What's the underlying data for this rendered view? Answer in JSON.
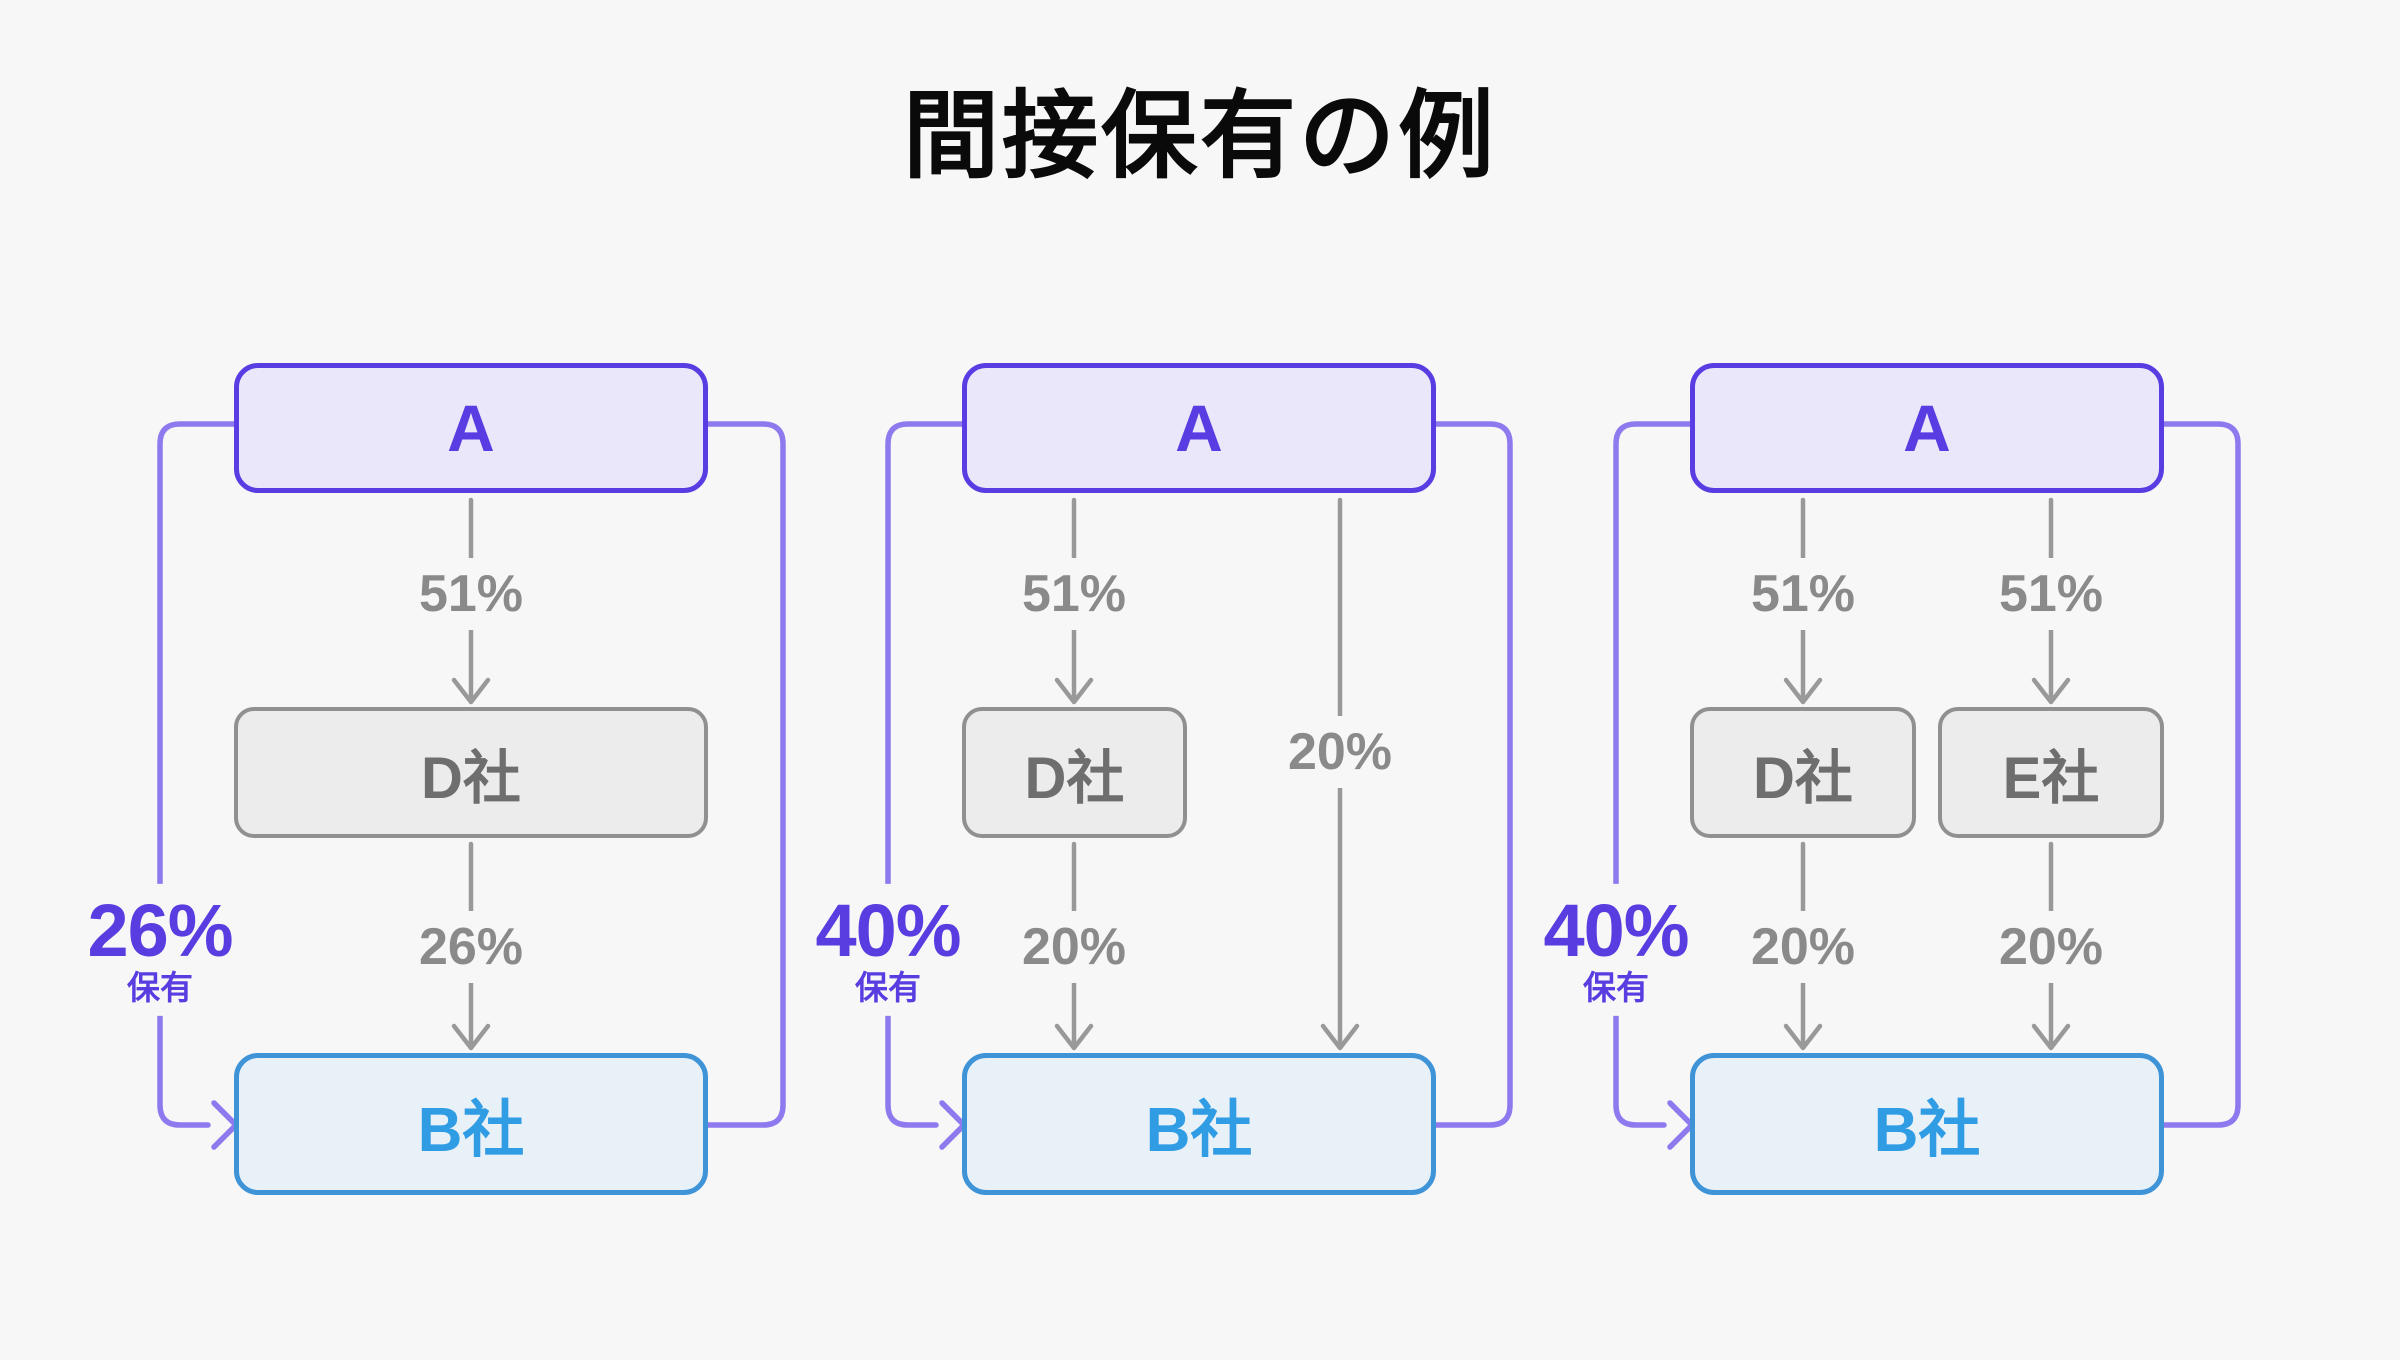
{
  "title": "間接保有の例",
  "palette": {
    "background": "#f7f7f7",
    "title_text": "#0a0a0a",
    "purple_accent": "#5a3de2",
    "purple_bracket_line": "#8e79ee",
    "box_a_fill": "#eae7fa",
    "gray_box_border": "#909090",
    "gray_box_fill": "#ececec",
    "gray_box_text": "#6e6e6e",
    "arrow_gray": "#999999",
    "edge_label_gray": "#8a8a8a",
    "box_b_border": "#3f93d7",
    "box_b_fill": "#e8f0f8",
    "box_b_text": "#2f9ce3"
  },
  "diagrams": [
    {
      "holding": {
        "percent": "26%",
        "suffix": "保有"
      },
      "nodes": {
        "a": "A",
        "d": "D社",
        "b": "B社"
      },
      "edges": {
        "a_d": "51%",
        "d_b": "26%"
      }
    },
    {
      "holding": {
        "percent": "40%",
        "suffix": "保有"
      },
      "nodes": {
        "a": "A",
        "d": "D社",
        "b": "B社"
      },
      "edges": {
        "a_d": "51%",
        "d_b": "20%",
        "a_b": "20%"
      }
    },
    {
      "holding": {
        "percent": "40%",
        "suffix": "保有"
      },
      "nodes": {
        "a": "A",
        "d": "D社",
        "e": "E社",
        "b": "B社"
      },
      "edges": {
        "a_d": "51%",
        "a_e": "51%",
        "d_b": "20%",
        "e_b": "20%"
      }
    }
  ]
}
